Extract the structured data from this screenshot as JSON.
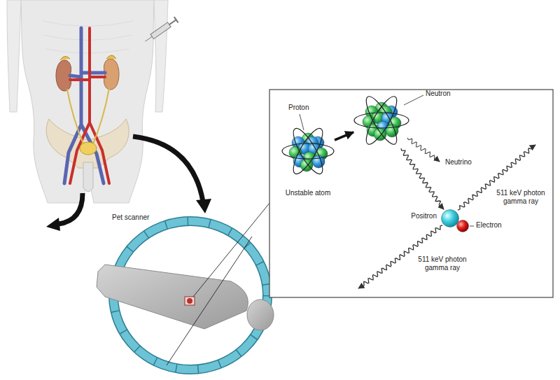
{
  "diagram": {
    "nodes": [
      {
        "text": [
          "Proton",
          "Unstable atom"
        ]
      },
      {
        "text": [
          "Neutron"
        ]
      },
      {
        "text": [
          "Positron"
        ]
      },
      {
        "text": [
          "Electron"
        ]
      }
    ],
    "edges": [
      {
        "from": 0,
        "to": 1,
        "arrow": "to"
      },
      {
        "from": 1,
        "to": 2,
        "arrow": "to"
      }
    ],
    "labels": [
      "Neutrino",
      "511 keV photon gamma ray",
      "511 keV photon gamma ray",
      "Pet scanner"
    ]
  }
}
